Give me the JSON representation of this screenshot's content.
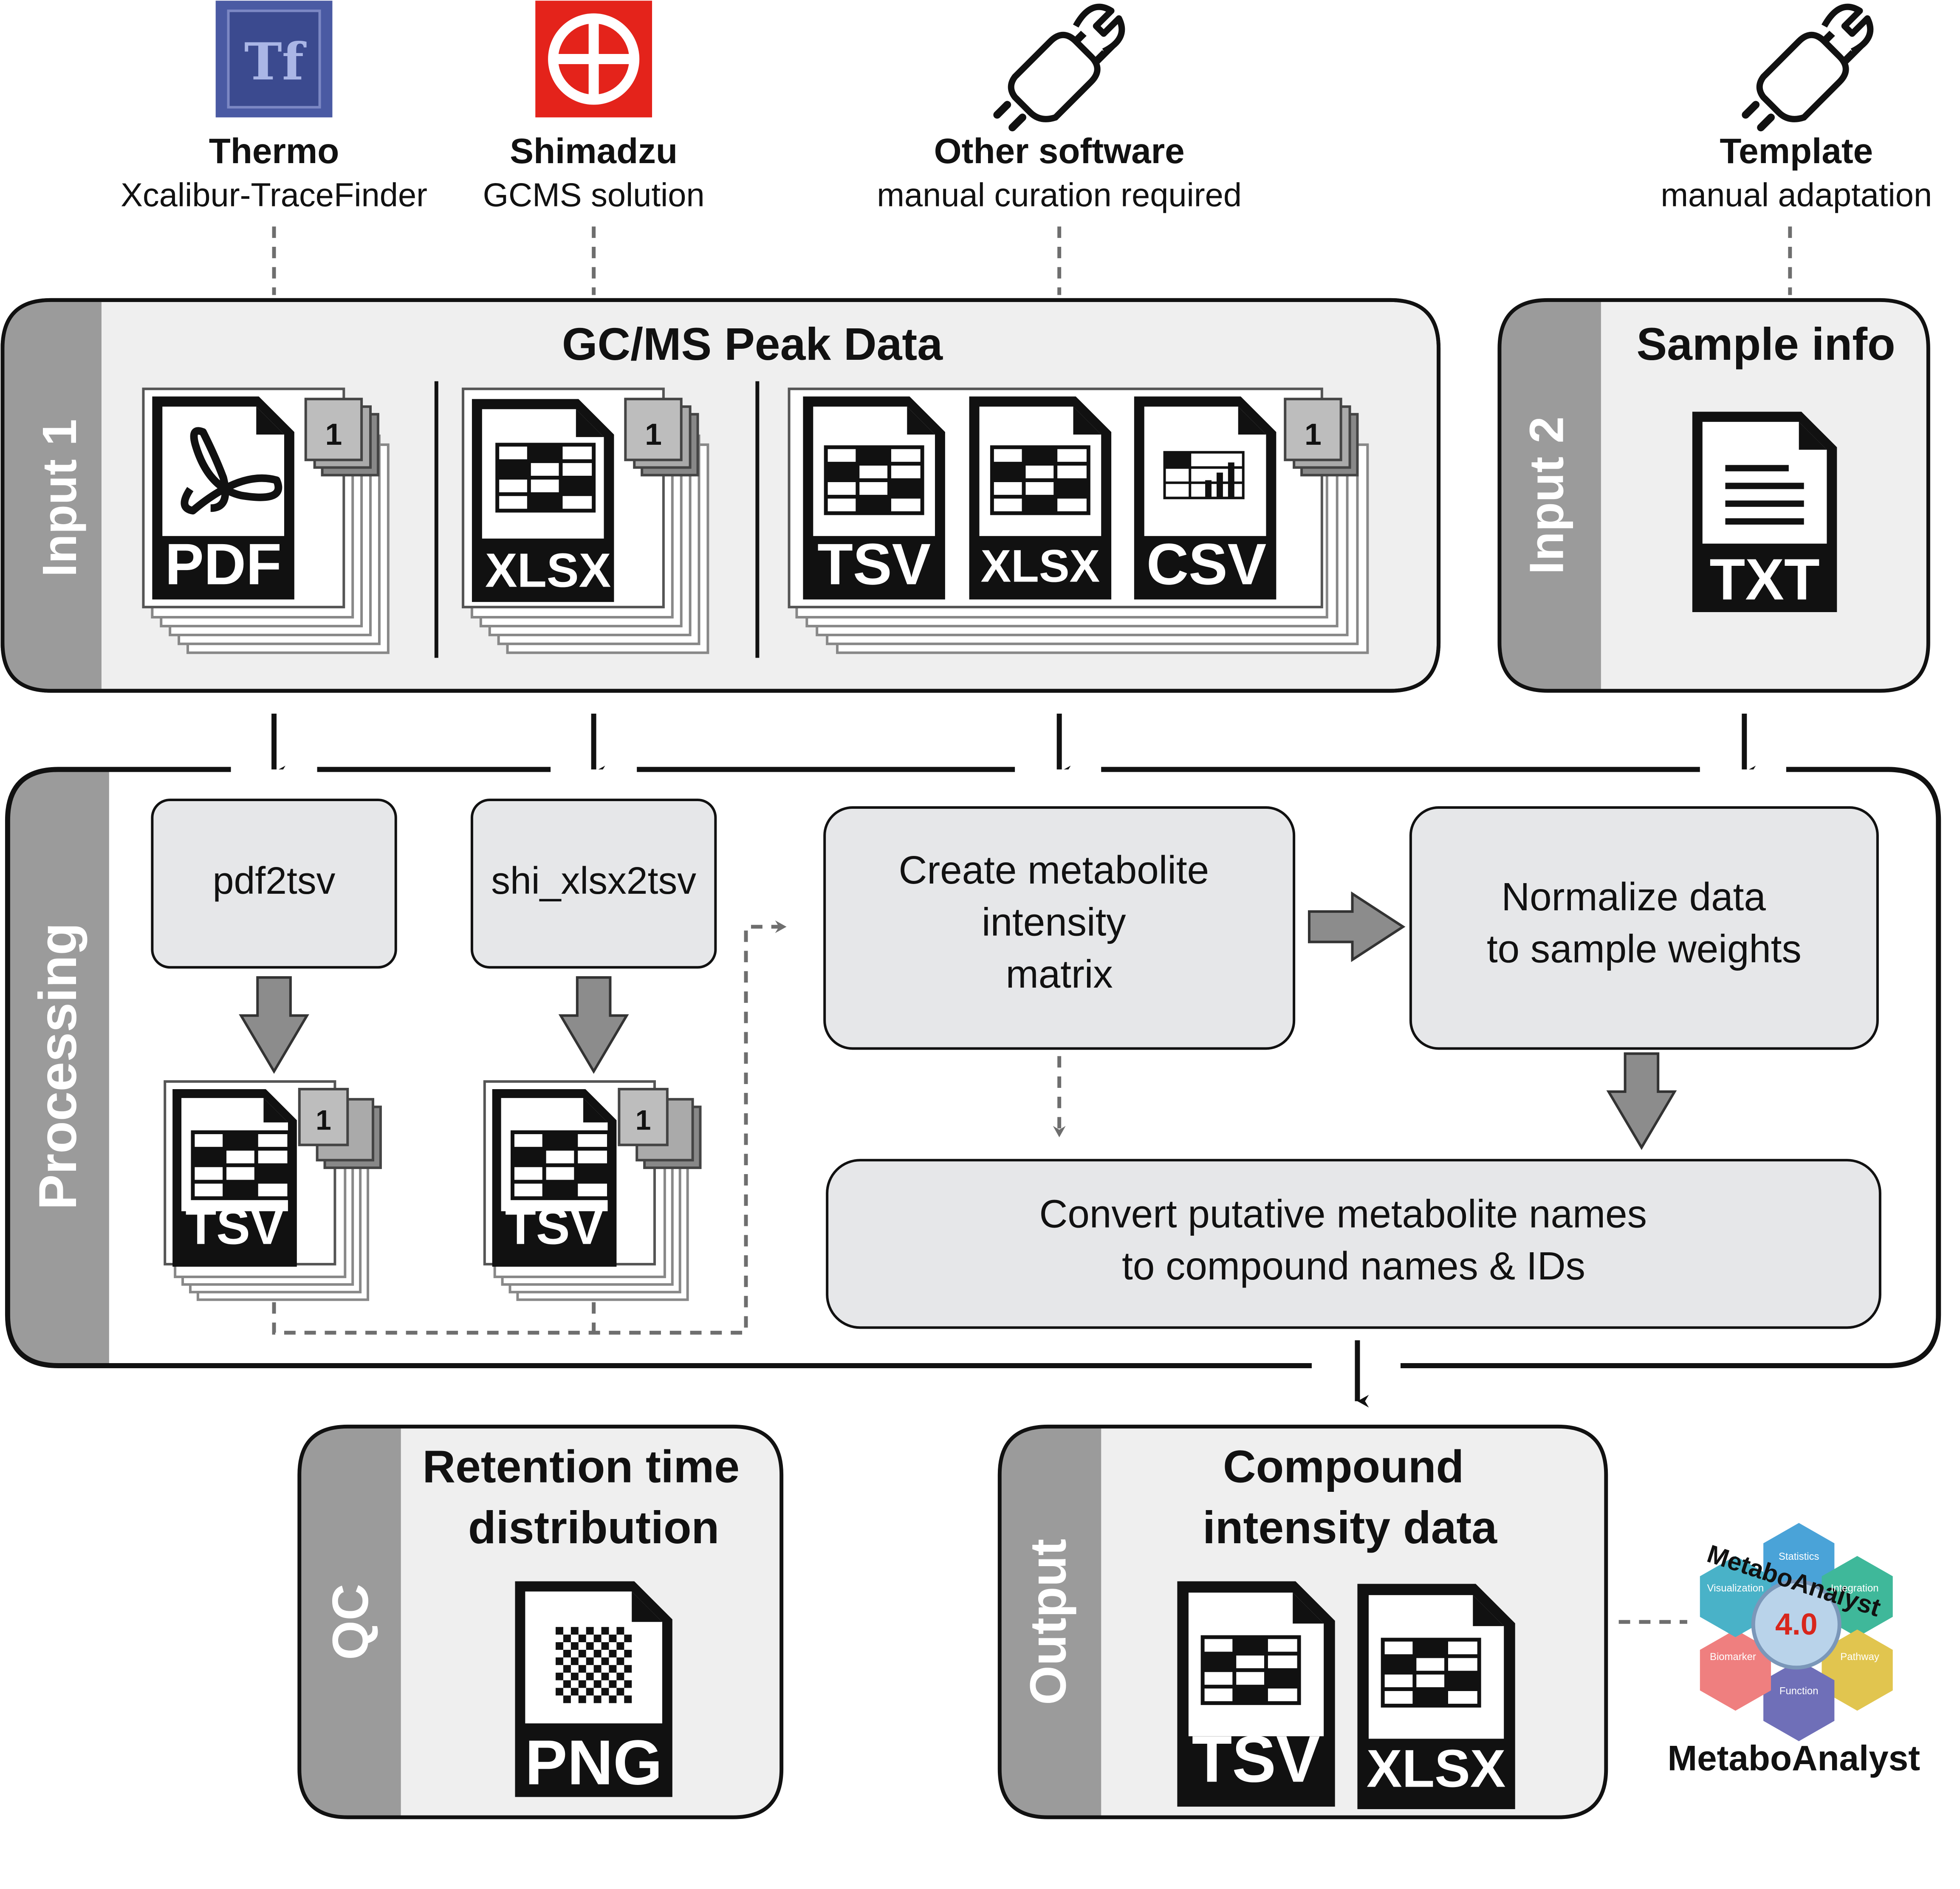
{
  "sources": {
    "thermo": {
      "logo_text": "Tf",
      "title": "Thermo",
      "subtitle": "Xcalibur-TraceFinder"
    },
    "shimadzu": {
      "title": "Shimadzu",
      "subtitle": "GCMS solution"
    },
    "other": {
      "title": "Other software",
      "subtitle": "manual curation required"
    },
    "template": {
      "title": "Template",
      "subtitle": "manual adaptation"
    }
  },
  "input1": {
    "side_label": "Input 1",
    "title": "GC/MS Peak Data",
    "files": {
      "pdf": "PDF",
      "xlsx_a": "XLSX",
      "tsv": "TSV",
      "xlsx_b": "XLSX",
      "csv": "CSV"
    },
    "stack_badge": "1"
  },
  "input2": {
    "side_label": "Input 2",
    "title": "Sample info",
    "file": "TXT"
  },
  "processing": {
    "side_label": "Processing",
    "pdf2tsv": "pdf2tsv",
    "shi_xlsx2tsv": "shi_xlsx2tsv",
    "matrix": [
      "Create metabolite",
      "intensity",
      "matrix"
    ],
    "normalize": [
      "Normalize data",
      "to sample weights"
    ],
    "convert": [
      "Convert putative metabolite names",
      "to compound names & IDs"
    ],
    "tsv_file": "TSV",
    "stack_badge": "1"
  },
  "qc": {
    "side_label": "QC",
    "title": [
      "Retention time",
      "distribution"
    ],
    "file": "PNG"
  },
  "output": {
    "side_label": "Output",
    "title": [
      "Compound",
      "intensity data"
    ],
    "files": {
      "tsv": "TSV",
      "xlsx": "XLSX"
    }
  },
  "metaboanalyst": {
    "name": "MetaboAnalyst",
    "logo_title": "MetaboAnalyst",
    "version": "4.0",
    "segments": [
      "Statistics",
      "Integration",
      "Pathway",
      "Function",
      "Biomarker",
      "Visualization"
    ]
  },
  "colors": {
    "panel_fill": "#efefef",
    "side_bar": "#9b9b9b",
    "box_fill": "#e6e7e9",
    "arrow_gray": "#8c8c8c",
    "dashed": "#6e6e6e",
    "shimadzu_red": "#e4231b",
    "thermo_blue": "#4a5aa3"
  }
}
